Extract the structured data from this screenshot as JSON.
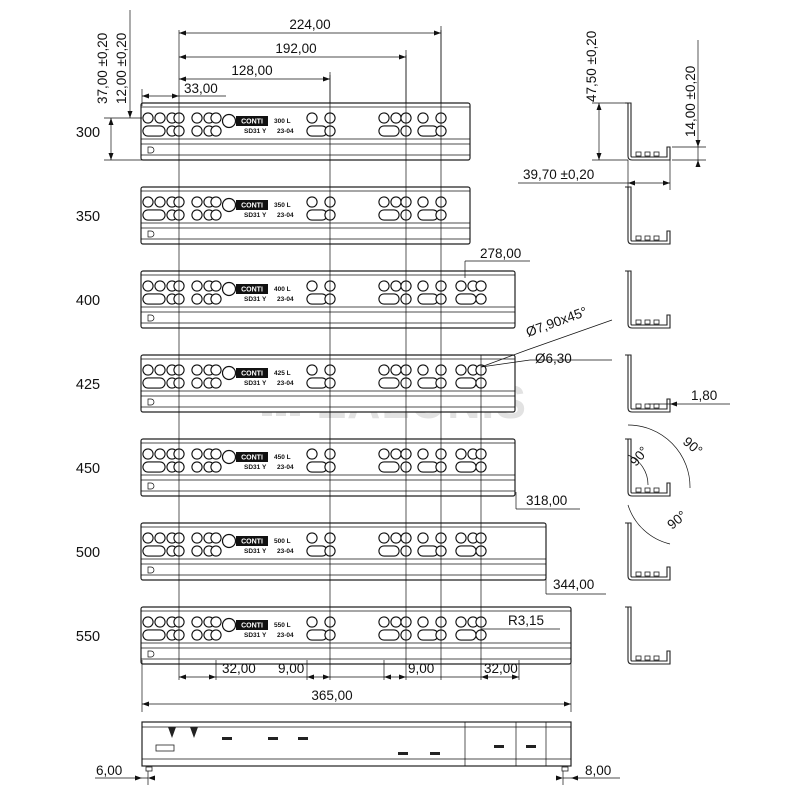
{
  "watermark": "ZALONIS",
  "slides": [
    {
      "length_label": "300",
      "marking_line1": "300 L",
      "marking_line2a": "SD31 Y",
      "marking_line2b": "23-04"
    },
    {
      "length_label": "350",
      "marking_line1": "350 L",
      "marking_line2a": "SD31 Y",
      "marking_line2b": "23-04"
    },
    {
      "length_label": "400",
      "marking_line1": "400 L",
      "marking_line2a": "SD31 Y",
      "marking_line2b": "23-04"
    },
    {
      "length_label": "425",
      "marking_line1": "425 L",
      "marking_line2a": "SD31 Y",
      "marking_line2b": "23-04"
    },
    {
      "length_label": "450",
      "marking_line1": "450 L",
      "marking_line2a": "SD31 Y",
      "marking_line2b": "23-04"
    },
    {
      "length_label": "500",
      "marking_line1": "500 L",
      "marking_line2a": "SD31 Y",
      "marking_line2b": "23-04"
    },
    {
      "length_label": "550",
      "marking_line1": "550 L",
      "marking_line2a": "SD31 Y",
      "marking_line2b": "23-04"
    }
  ],
  "brand_logo_text": "CONTI",
  "dimensions": {
    "d224": "224,00",
    "d192": "192,00",
    "d128": "128,00",
    "d33": "33,00",
    "d37": "37,00 ±0,20",
    "d12": "12,00 ±0,20",
    "d278": "278,00",
    "d318": "318,00",
    "d344": "344,00",
    "d365": "365,00",
    "d32_left": "32,00",
    "d9_left": "9,00",
    "d9_right": "9,00",
    "d32_right": "32,00",
    "d6": "6,00",
    "d8": "8,00",
    "chamfer": "Ø7,90x45°",
    "hole": "Ø6,30",
    "radius": "R3,15",
    "d47_5": "47,50 ±0,20",
    "d14": "14,00 ±0,20",
    "d39_7": "39,70 ±0,20",
    "d1_8": "1,80",
    "angle_a": "90°",
    "angle_b": "90°",
    "angle_c": "90°"
  }
}
